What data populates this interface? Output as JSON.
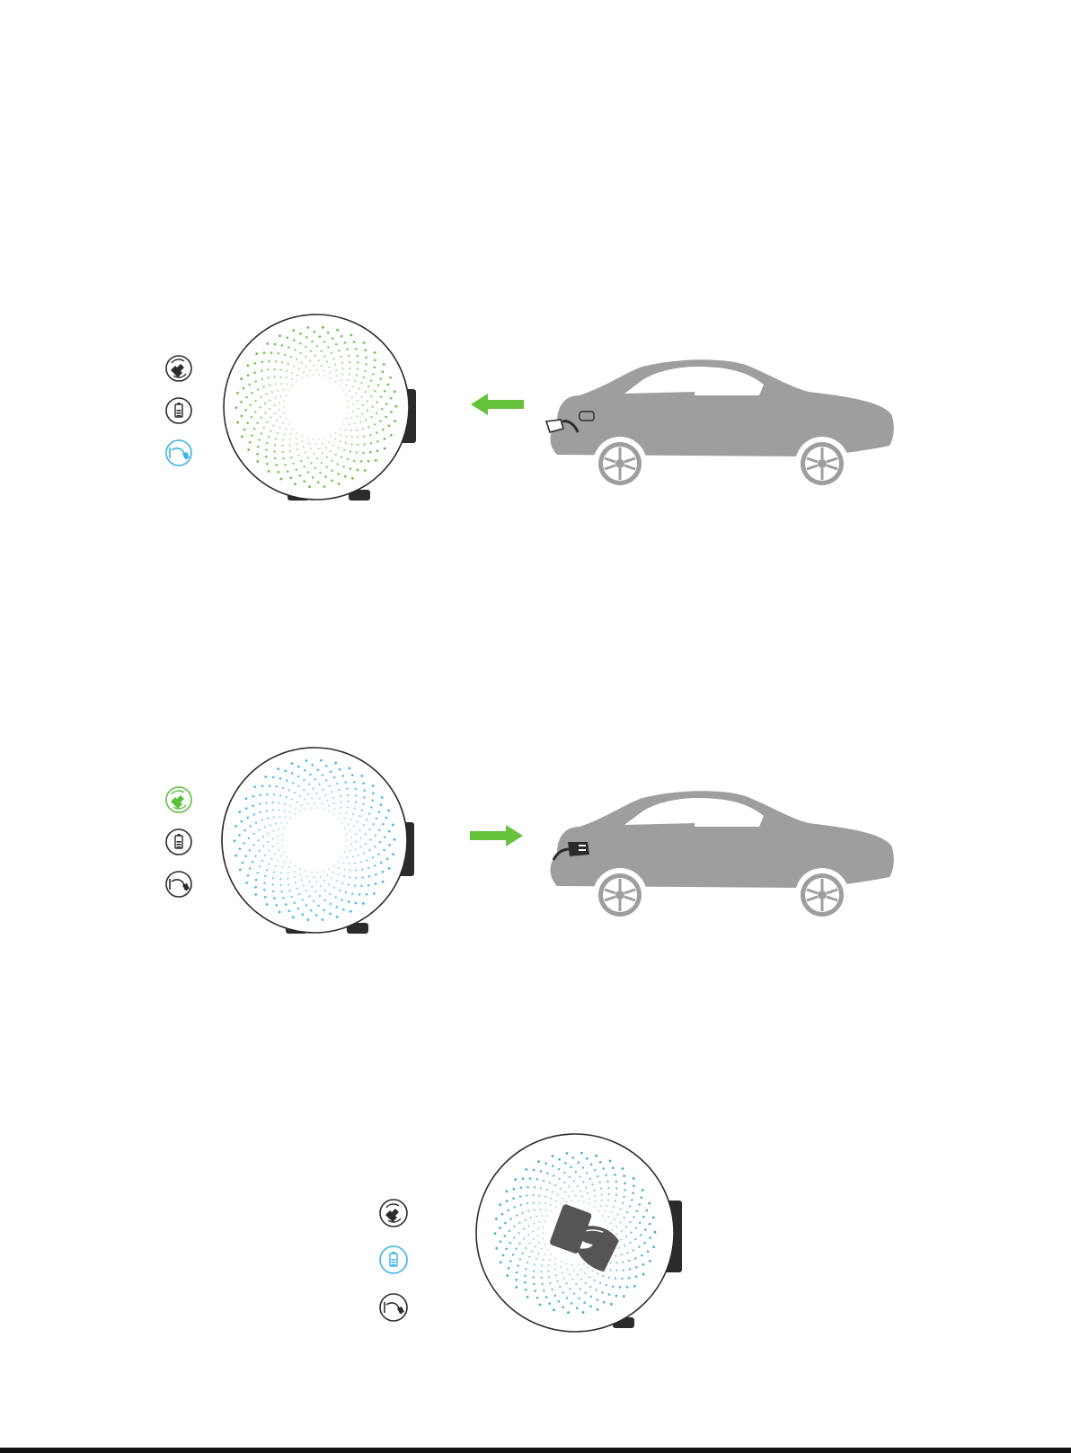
{
  "colors": {
    "green": "#5cbf3b",
    "blue": "#3bb4e6",
    "teal_dot": "#39a9c6",
    "car": "#9e9e9e",
    "dark": "#2b2b2b",
    "arrow": "#66c13b"
  },
  "panels": [
    {
      "id": "unplug",
      "dot_color": "green",
      "arrow_direction": "left",
      "plug_state": "removed",
      "status_icons": [
        {
          "icon": "plug-sync-icon",
          "state": "off"
        },
        {
          "icon": "battery-icon",
          "state": "off"
        },
        {
          "icon": "charging-plug-icon",
          "state": "blue"
        }
      ]
    },
    {
      "id": "plug-in",
      "dot_color": "blue",
      "arrow_direction": "right",
      "plug_state": "inserted",
      "status_icons": [
        {
          "icon": "plug-sync-icon",
          "state": "green"
        },
        {
          "icon": "battery-icon",
          "state": "off"
        },
        {
          "icon": "charging-plug-icon",
          "state": "off"
        }
      ]
    },
    {
      "id": "card-tap",
      "dot_color": "teal",
      "center_icon": "rfid-card-hand-icon",
      "status_icons": [
        {
          "icon": "plug-sync-icon",
          "state": "off"
        },
        {
          "icon": "battery-icon",
          "state": "blue"
        },
        {
          "icon": "charging-plug-icon",
          "state": "off"
        }
      ]
    }
  ]
}
